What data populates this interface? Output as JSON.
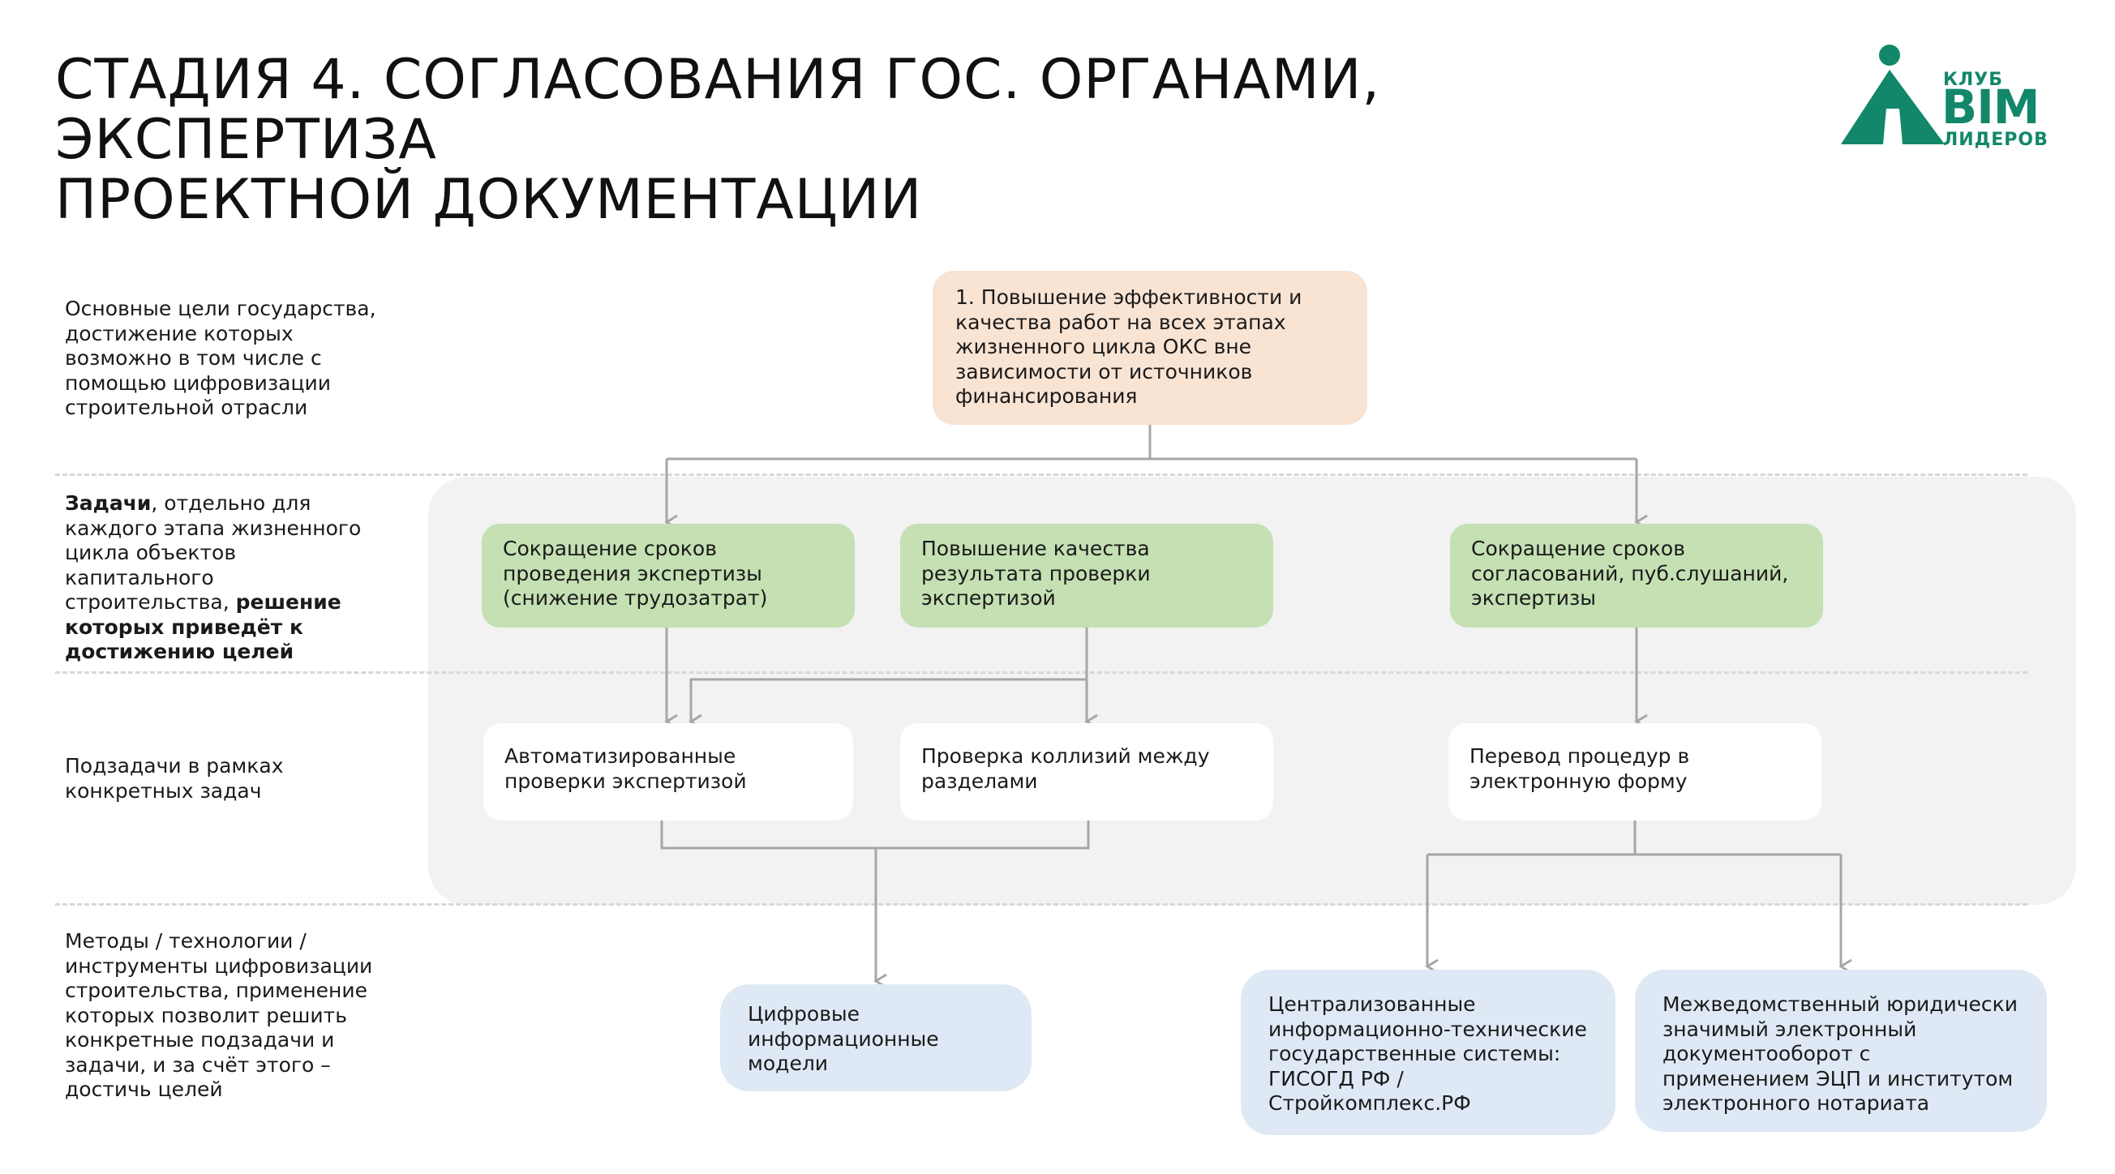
{
  "title": {
    "line1": "СТАДИЯ 4. СОГЛАСОВАНИЯ ГОС. ОРГАНАМИ, ЭКСПЕРТИЗА",
    "line2": "ПРОЕКТНОЙ ДОКУМЕНТАЦИИ"
  },
  "logo": {
    "top": "КЛУБ",
    "main": "BIM",
    "bottom": "ЛИДЕРОВ",
    "color": "#13876a"
  },
  "rows": {
    "goals": "Основные цели государства, достижение которых возможно в том числе с помощью цифровизации строительной отрасли",
    "tasks": {
      "bold1": "Задачи",
      "text1": ", отдельно для каждого этапа жизненного цикла объектов капитального строительства, ",
      "bold2": "решение которых приведёт к достижению целей"
    },
    "subtasks": "Подзадачи в рамках конкретных задач",
    "methods": "Методы / технологии / инструменты цифровизации строительства, применение которых позволит решить конкретные подзадачи и задачи, и за счёт этого – достичь целей"
  },
  "goal": "1. Повышение эффективности и качества работ на всех этапах жизненного цикла ОКС вне зависимости от источников финансирования",
  "tasks": [
    "Сокращение сроков проведения экспертизы (снижение трудозатрат)",
    "Повышение качества результата проверки экспертизой",
    "Сокращение сроков согласований, пуб.слушаний, экспертизы"
  ],
  "subtasks": [
    "Автоматизированные проверки экспертизой",
    "Проверка коллизий между разделами",
    "Перевод процедур в электронную форму"
  ],
  "methods": [
    "Цифровые информационные модели",
    "Централизованные информационно-технические государственные системы: ГИСОГД РФ / Стройкомплекс.РФ",
    "Межведомственный юридически значимый электронный документооборот с применением ЭЦП и институтом электронного нотариата"
  ],
  "colors": {
    "goal": "#f9e3d3",
    "task": "#c5e0b3",
    "subtask": "#ffffff",
    "method": "#dfe9f5",
    "panel": "#f2f2f2",
    "connector": "#a6a6a6"
  }
}
